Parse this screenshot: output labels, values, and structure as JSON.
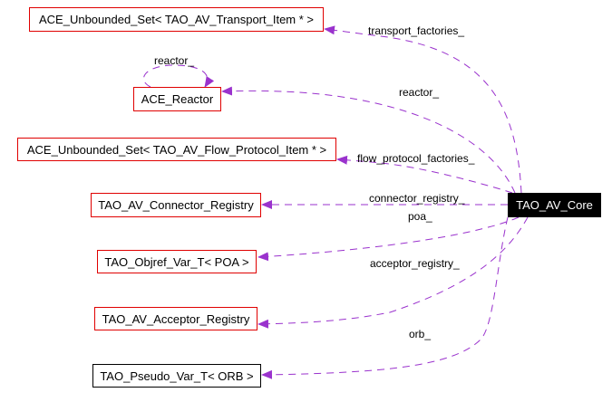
{
  "diagram": {
    "colors": {
      "edge": "#9a32cd",
      "node_border_linked": "#e00000",
      "node_border_plain": "#000000",
      "focus_fill": "#000000",
      "focus_text": "#ffffff"
    },
    "focus_node": {
      "id": "core",
      "label": "TAO_AV_Core"
    },
    "nodes": [
      {
        "id": "transport_set",
        "label": "ACE_Unbounded_Set< TAO_AV_Transport_Item * >",
        "border": "red"
      },
      {
        "id": "reactor",
        "label": "ACE_Reactor",
        "border": "red"
      },
      {
        "id": "flow_set",
        "label": "ACE_Unbounded_Set< TAO_AV_Flow_Protocol_Item * >",
        "border": "red"
      },
      {
        "id": "connector",
        "label": "TAO_AV_Connector_Registry",
        "border": "red"
      },
      {
        "id": "poa",
        "label": "TAO_Objref_Var_T< POA >",
        "border": "red"
      },
      {
        "id": "acceptor",
        "label": "TAO_AV_Acceptor_Registry",
        "border": "red"
      },
      {
        "id": "orb",
        "label": "TAO_Pseudo_Var_T< ORB >",
        "border": "black"
      }
    ],
    "edges": [
      {
        "from": "core",
        "to": "transport_set",
        "label": "transport_factories_"
      },
      {
        "from": "reactor",
        "to": "reactor",
        "label": "reactor_"
      },
      {
        "from": "core",
        "to": "reactor",
        "label": "reactor_"
      },
      {
        "from": "core",
        "to": "flow_set",
        "label": "flow_protocol_factories_"
      },
      {
        "from": "core",
        "to": "connector",
        "label": "connector_registry_"
      },
      {
        "from": "core",
        "to": "poa",
        "label": "poa_"
      },
      {
        "from": "core",
        "to": "acceptor",
        "label": "acceptor_registry_"
      },
      {
        "from": "core",
        "to": "orb",
        "label": "orb_"
      }
    ]
  }
}
